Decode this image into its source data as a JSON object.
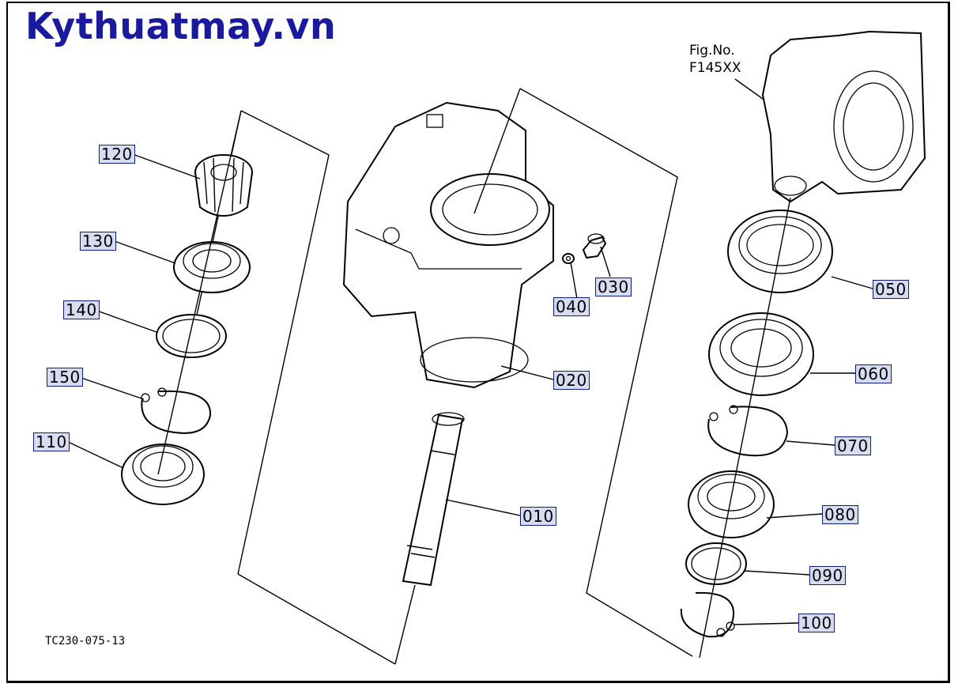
{
  "header": {
    "brand": "Kythuatmay.vn"
  },
  "figure": {
    "fig_no_line1": "Fig.No.",
    "fig_no_line2": "F145XX",
    "drawing_code": "TC230-075-13"
  },
  "parts": [
    {
      "id": "010",
      "label": "010"
    },
    {
      "id": "020",
      "label": "020"
    },
    {
      "id": "030",
      "label": "030"
    },
    {
      "id": "040",
      "label": "040"
    },
    {
      "id": "050",
      "label": "050"
    },
    {
      "id": "060",
      "label": "060"
    },
    {
      "id": "070",
      "label": "070"
    },
    {
      "id": "080",
      "label": "080"
    },
    {
      "id": "090",
      "label": "090"
    },
    {
      "id": "100",
      "label": "100"
    },
    {
      "id": "110",
      "label": "110"
    },
    {
      "id": "120",
      "label": "120"
    },
    {
      "id": "130",
      "label": "130"
    },
    {
      "id": "140",
      "label": "140"
    },
    {
      "id": "150",
      "label": "150"
    }
  ]
}
